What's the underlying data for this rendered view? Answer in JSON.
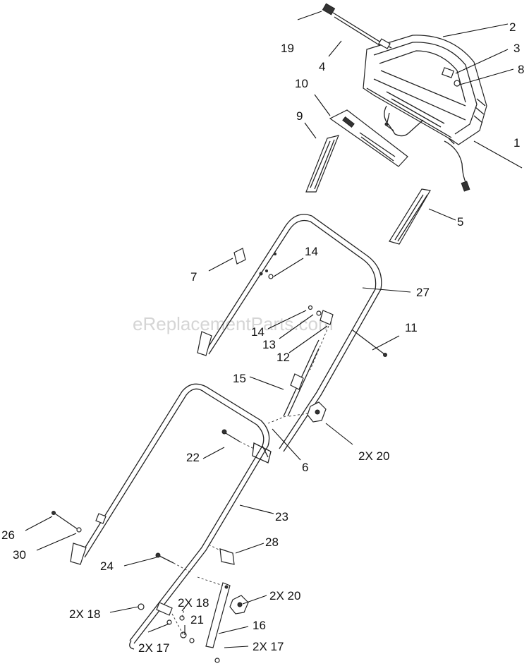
{
  "watermark": "eReplacementParts.com",
  "callouts": [
    {
      "id": "c1",
      "text": "1"
    },
    {
      "id": "c2",
      "text": "2"
    },
    {
      "id": "c3",
      "text": "3"
    },
    {
      "id": "c4",
      "text": "4"
    },
    {
      "id": "c5",
      "text": "5"
    },
    {
      "id": "c6",
      "text": "6"
    },
    {
      "id": "c7",
      "text": "7"
    },
    {
      "id": "c8",
      "text": "8"
    },
    {
      "id": "c9",
      "text": "9"
    },
    {
      "id": "c10",
      "text": "10"
    },
    {
      "id": "c11",
      "text": "11"
    },
    {
      "id": "c12",
      "text": "12"
    },
    {
      "id": "c13",
      "text": "13"
    },
    {
      "id": "c14a",
      "text": "14"
    },
    {
      "id": "c14b",
      "text": "14"
    },
    {
      "id": "c15",
      "text": "15"
    },
    {
      "id": "c16",
      "text": "16"
    },
    {
      "id": "c17a",
      "text": "2X 17"
    },
    {
      "id": "c17b",
      "text": "2X 17"
    },
    {
      "id": "c18a",
      "text": "2X 18"
    },
    {
      "id": "c18b",
      "text": "2X 18"
    },
    {
      "id": "c19",
      "text": "19"
    },
    {
      "id": "c20a",
      "text": "2X 20"
    },
    {
      "id": "c20b",
      "text": "2X 20"
    },
    {
      "id": "c21",
      "text": "21"
    },
    {
      "id": "c22",
      "text": "22"
    },
    {
      "id": "c23",
      "text": "23"
    },
    {
      "id": "c24",
      "text": "24"
    },
    {
      "id": "c26",
      "text": "26"
    },
    {
      "id": "c27",
      "text": "27"
    },
    {
      "id": "c28",
      "text": "28"
    },
    {
      "id": "c30",
      "text": "30"
    }
  ]
}
